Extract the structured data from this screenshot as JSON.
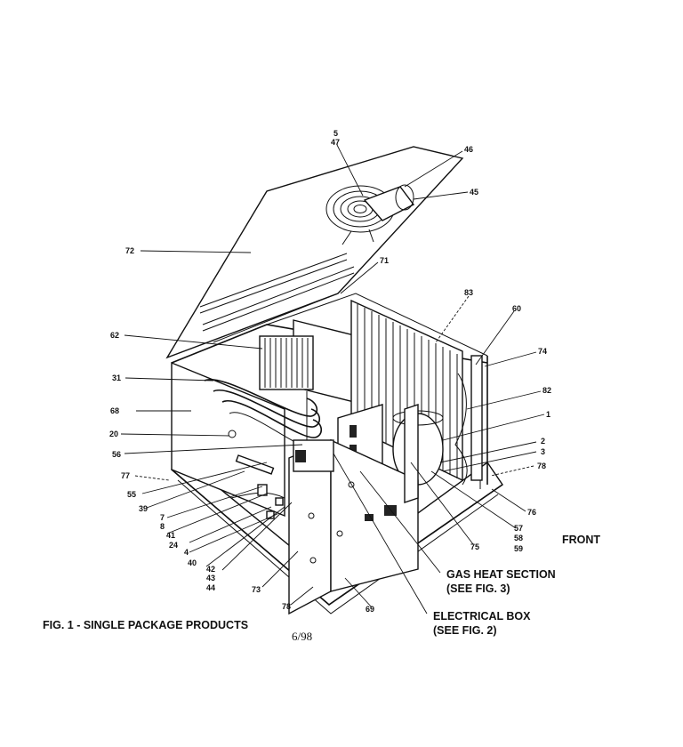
{
  "figure": {
    "caption": "FIG. 1 - SINGLE PACKAGE PRODUCTS",
    "date": "6/98",
    "orientation_label": "FRONT"
  },
  "notes": {
    "gas_heat_line1": "GAS HEAT SECTION",
    "gas_heat_line2": "(SEE FIG. 3)",
    "electrical_line1": "ELECTRICAL BOX",
    "electrical_line2": "(SEE FIG. 2)"
  },
  "callouts": {
    "c5": "5",
    "c47": "47",
    "c46": "46",
    "c45": "45",
    "c72": "72",
    "c71": "71",
    "c83": "83",
    "c60": "60",
    "c62": "62",
    "c74": "74",
    "c31": "31",
    "c82": "82",
    "c68": "68",
    "c1": "1",
    "c20": "20",
    "c2": "2",
    "c3": "3",
    "c56": "56",
    "c77": "77",
    "c78r": "78",
    "c55": "55",
    "c76": "76",
    "c39": "39",
    "c7": "7",
    "c8": "8",
    "c41": "41",
    "c24": "24",
    "c4": "4",
    "c40": "40",
    "c42": "42",
    "c43": "43",
    "c44": "44",
    "c57": "57",
    "c58": "58",
    "c59": "59",
    "c75": "75",
    "c73": "73",
    "c78b": "78",
    "c69": "69"
  }
}
